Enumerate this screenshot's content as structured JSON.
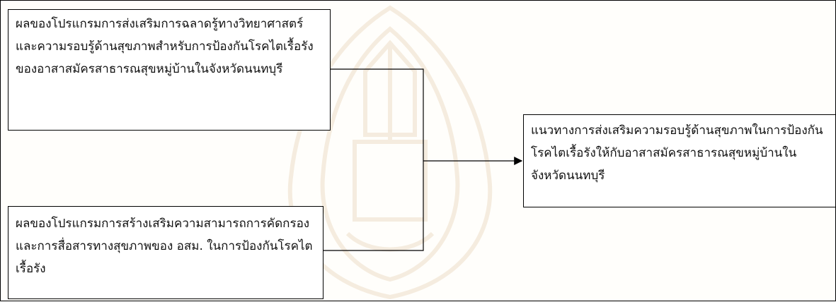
{
  "diagram": {
    "box_top_text": "ผลของโปรแกรมการส่งเสริมการฉลาดรู้ทางวิทยาศาสตร์และความรอบรู้ด้านสุขภาพสำหรับการป้องกันโรคไตเรื้อรังของอาสาสมัครสาธารณสุขหมู่บ้านในจังหวัดนนทบุรี",
    "box_bottom_text": "ผลของโปรแกรมการสร้างเสริมความสามารถการคัดกรองและการสื่อสารทางสุขภาพของ อสม. ในการป้องกันโรคไตเรื้อรัง",
    "box_right_text": "แนวทางการส่งเสริมความรอบรู้ด้านสุขภาพในการป้องกันโรคไตเรื้อรังให้กับอาสาสมัครสาธารณสุขหมู่บ้านในจังหวัดนนทบุรี"
  },
  "colors": {
    "line": "#000000",
    "watermark": "#e8c58a"
  }
}
